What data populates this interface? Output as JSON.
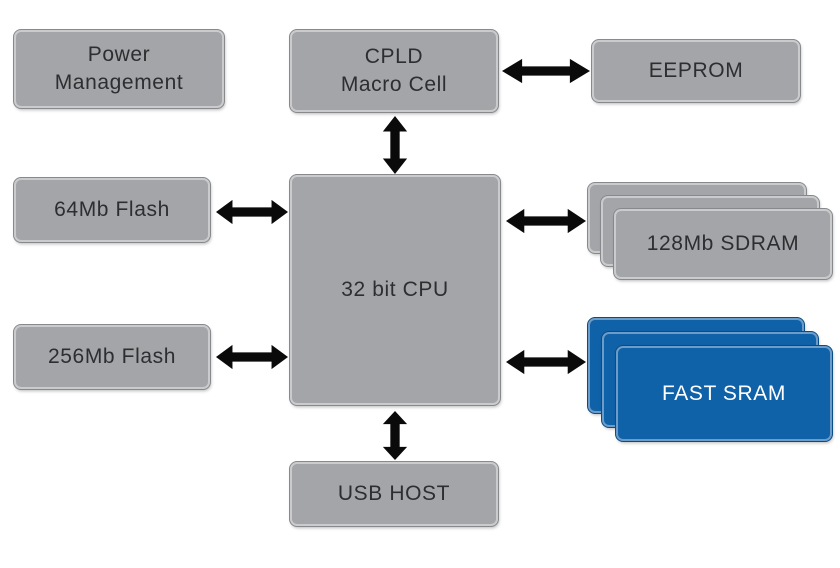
{
  "diagram": {
    "nodes": {
      "power_management": {
        "line1": "Power",
        "line2": "Management"
      },
      "cpld": {
        "line1": "CPLD",
        "line2": "Macro Cell"
      },
      "eeprom": {
        "label": "EEPROM"
      },
      "flash_64": {
        "label": "64Mb Flash"
      },
      "cpu": {
        "label": "32 bit CPU"
      },
      "sdram": {
        "label": "128Mb SDRAM"
      },
      "flash_256": {
        "label": "256Mb Flash"
      },
      "fast_sram": {
        "label": "FAST SRAM"
      },
      "usb_host": {
        "label": "USB HOST"
      }
    },
    "colors": {
      "box_fill": "#a3a5a8",
      "box_border": "#c9cbcd",
      "blue_fill": "#0f61a8",
      "blue_border": "#6d9cc9",
      "arrow": "#0a0a0a",
      "text": "#2d2e30",
      "text_on_blue": "#ffffff",
      "background": "#ffffff"
    }
  }
}
